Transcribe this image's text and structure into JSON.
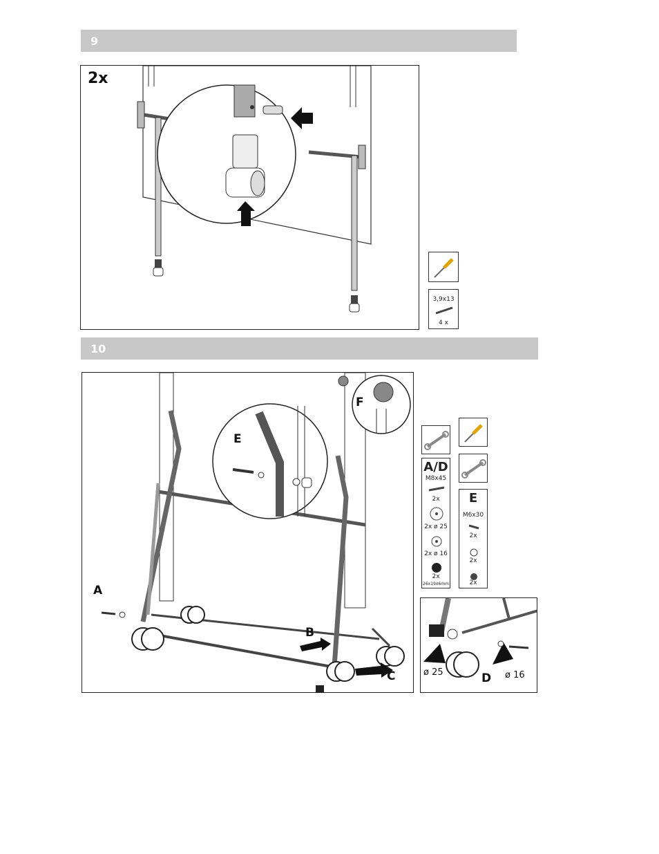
{
  "step9": {
    "number": "9",
    "multiplier": "2x",
    "tools": {
      "screwdriver_icon": "screwdriver-icon",
      "screw_size": "3,9x13",
      "screw_qty": "4 x"
    }
  },
  "step10": {
    "number": "10",
    "labels": {
      "a": "A",
      "b": "B",
      "c": "C",
      "d": "D",
      "e": "E",
      "f": "F"
    },
    "parts_ad": {
      "title": "A/D",
      "bolt": "M8x45",
      "bolt_qty": "2x",
      "washer25": "2x ø 25",
      "washer16": "2x ø 16",
      "nut_qty": "2x",
      "nut_size": "26x19x6mm"
    },
    "parts_e": {
      "title": "E",
      "bolt": "M6x30",
      "bolt_qty": "2x",
      "washer_qty": "2x",
      "nut_qty": "2x"
    },
    "detail_d": {
      "washer25": "ø 25",
      "washer16": "ø 16",
      "label": "D"
    }
  }
}
